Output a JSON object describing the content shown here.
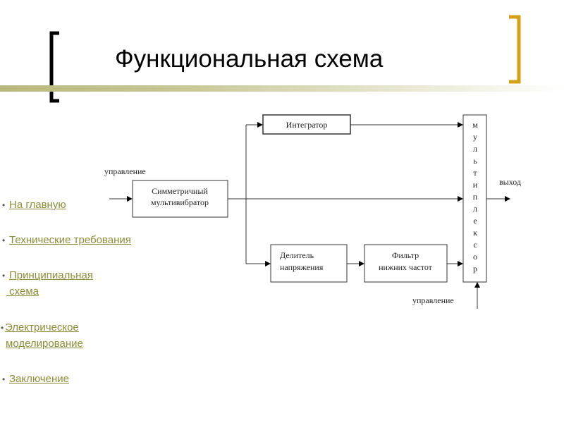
{
  "title": "Функциональная схема",
  "nav_links": [
    {
      "label": "На главную"
    },
    {
      "label": "Технические требования"
    },
    {
      "label_line1": "Принципиальная",
      "label_line2": " схема"
    },
    {
      "label_line1": "Электрическое",
      "label_line2": "моделирование"
    },
    {
      "label": "Заключение"
    }
  ],
  "diagram": {
    "input_label": "управление",
    "multivibrator": {
      "line1": "Симметричный",
      "line2": "мультивибратор"
    },
    "integrator": "Интегратор",
    "divider": {
      "line1": "Делитель",
      "line2": "напряжения"
    },
    "filter": {
      "line1": "Фильтр",
      "line2": "нижних частот"
    },
    "multiplexer_letters": [
      "м",
      "у",
      "л",
      "ь",
      "т",
      "и",
      "п",
      "л",
      "е",
      "к",
      "с",
      "о",
      "р"
    ],
    "output_label": "выход",
    "control_label": "управление"
  },
  "colors": {
    "accent_bracket": "#d4a017",
    "link": "#8c8c3a",
    "bar": "#b8b87e"
  }
}
